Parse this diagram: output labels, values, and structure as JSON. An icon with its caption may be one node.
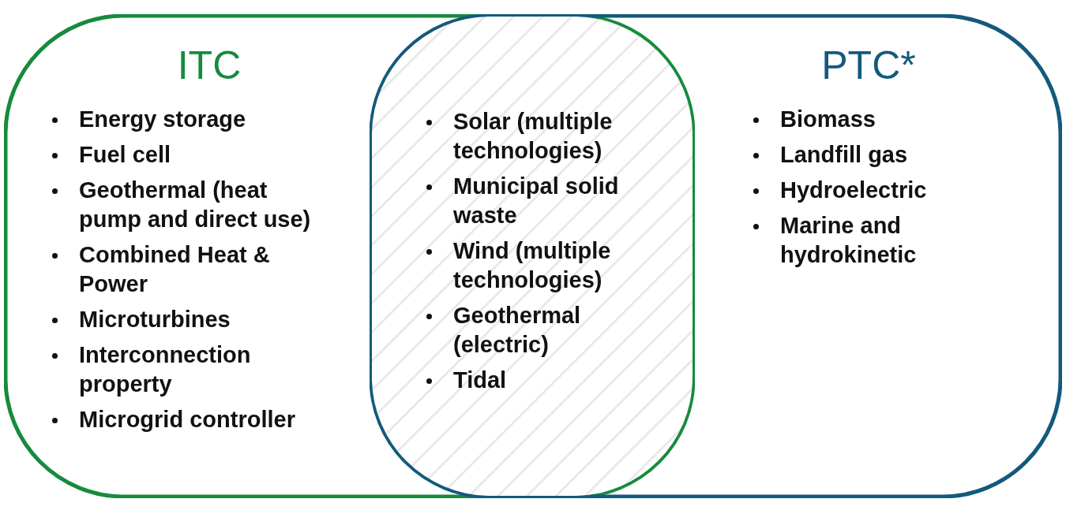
{
  "diagram": {
    "nodes": [
      {
        "text": [
          "ITC",
          "Energy storage",
          "Fuel cell",
          "Geothermal (heat pump and direct use)",
          "Combined Heat & Power",
          "Microturbines",
          "Interconnection property",
          "Microgrid controller"
        ]
      },
      {
        "text": [
          "Solar (multiple technologies)",
          "Municipal solid waste",
          "Wind (multiple technologies)",
          "Geothermal (electric)",
          "Tidal"
        ]
      },
      {
        "text": [
          "PTC*",
          "Biomass",
          "Landfill gas",
          "Hydroelectric",
          "Marine and hydrokinetic"
        ]
      }
    ]
  }
}
